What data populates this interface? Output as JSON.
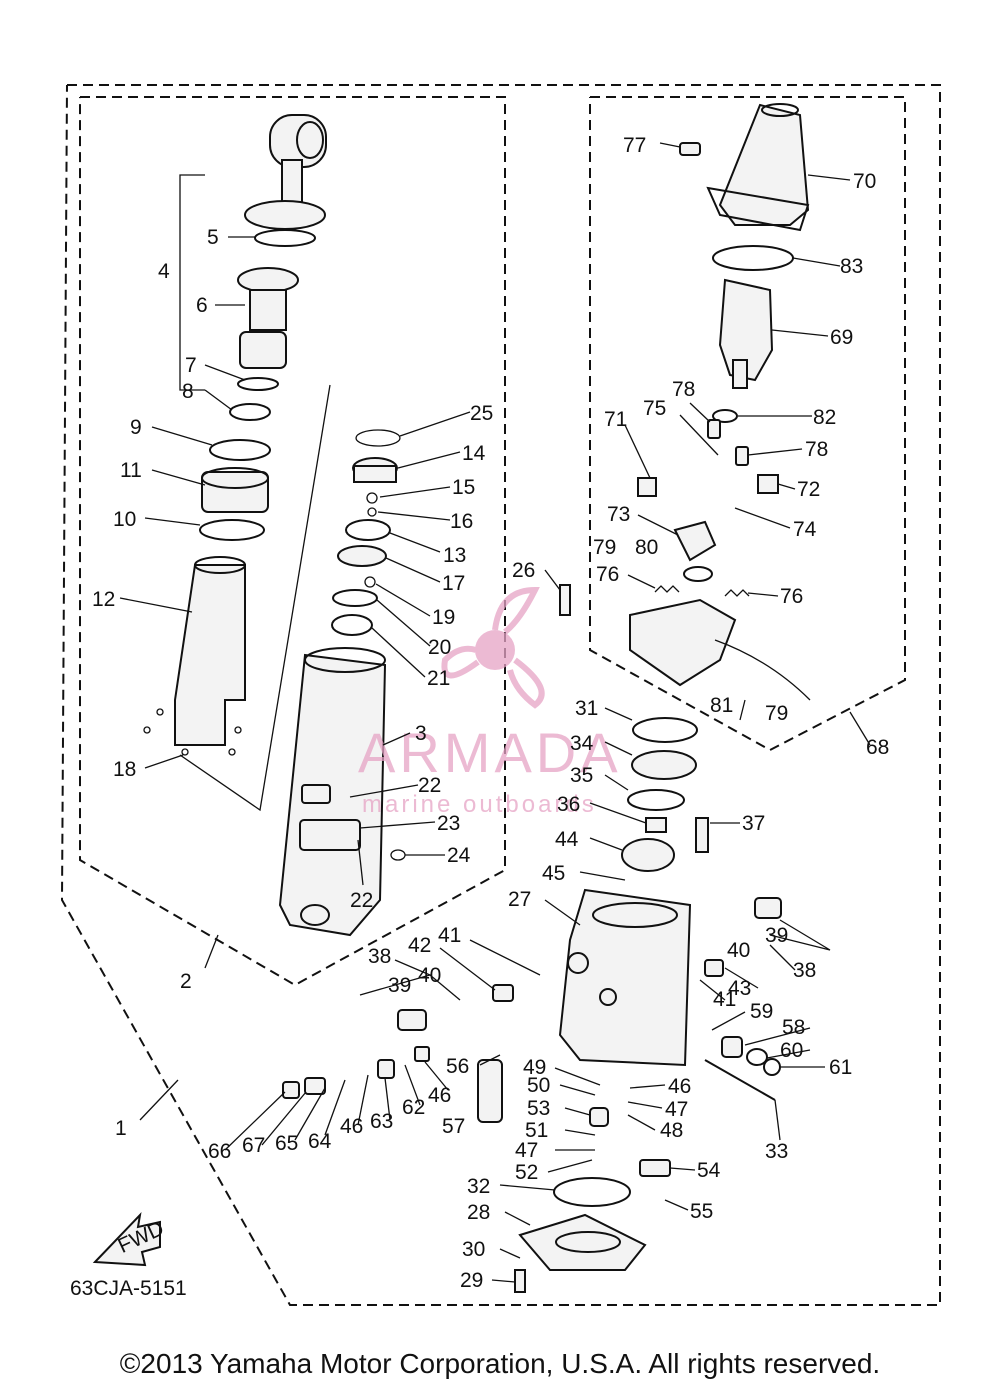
{
  "diagram_code": "63CJA-5151",
  "fwd_label": "FWD",
  "watermark": {
    "brand": "ARMADA",
    "tagline": "marine outboards",
    "color": "#e6a3c5"
  },
  "copyright": "©2013 Yamaha Motor Corporation, U.S.A. All rights reserved.",
  "callouts": [
    "1",
    "2",
    "3",
    "4",
    "5",
    "6",
    "7",
    "8",
    "9",
    "10",
    "11",
    "12",
    "13",
    "14",
    "15",
    "16",
    "17",
    "18",
    "19",
    "20",
    "21",
    "22",
    "22",
    "23",
    "24",
    "25",
    "26",
    "27",
    "28",
    "29",
    "30",
    "31",
    "32",
    "33",
    "34",
    "35",
    "36",
    "37",
    "38",
    "38",
    "39",
    "39",
    "40",
    "40",
    "41",
    "41",
    "42",
    "43",
    "44",
    "45",
    "46",
    "46",
    "46",
    "47",
    "47",
    "48",
    "49",
    "50",
    "51",
    "52",
    "53",
    "54",
    "55",
    "56",
    "57",
    "58",
    "59",
    "60",
    "61",
    "62",
    "63",
    "64",
    "65",
    "66",
    "67",
    "68",
    "69",
    "70",
    "71",
    "72",
    "73",
    "74",
    "75",
    "76",
    "76",
    "77",
    "78",
    "78",
    "79",
    "79",
    "80",
    "81",
    "82",
    "83"
  ]
}
